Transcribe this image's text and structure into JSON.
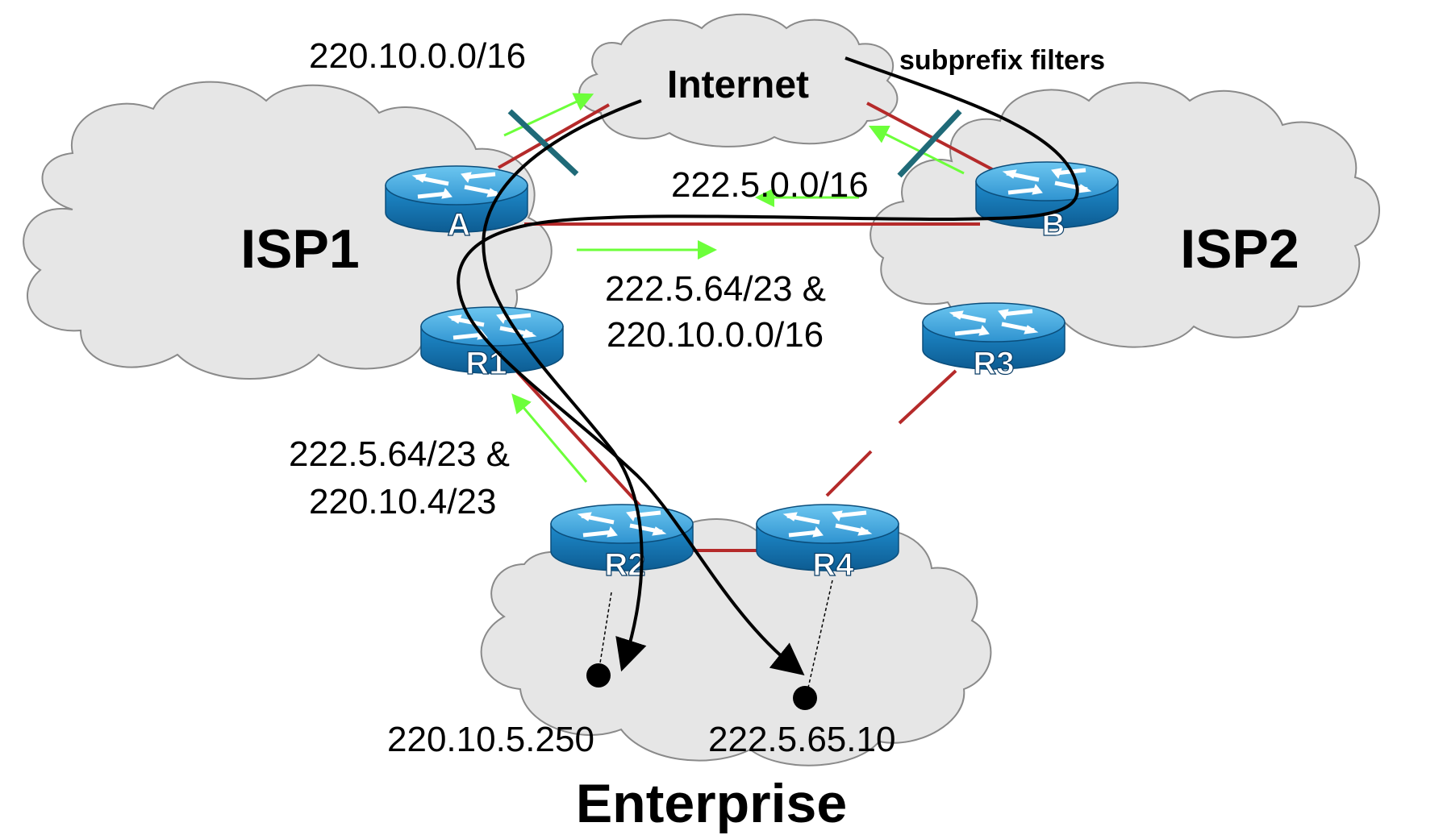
{
  "clouds": {
    "internet": "Internet",
    "isp1": "ISP1",
    "isp2": "ISP2",
    "enterprise": "Enterprise"
  },
  "routers": {
    "a": "A",
    "b": "B",
    "r1": "R1",
    "r2": "R2",
    "r3": "R3",
    "r4": "R4"
  },
  "labels": {
    "prefix_a_internet": "220.10.0.0/16",
    "subprefix_filters": "subprefix filters",
    "prefix_b_a": "222.5.0.0/16",
    "prefix_a_b_line1": "222.5.64/23 &",
    "prefix_a_b_line2": "220.10.0.0/16",
    "prefix_r2_r1_line1": "222.5.64/23 &",
    "prefix_r2_r1_line2": "220.10.4/23",
    "host_left": "220.10.5.250",
    "host_right": "222.5.65.10"
  },
  "colors": {
    "cloud_fill": "#e6e6e6",
    "cloud_stroke": "#8a8a8a",
    "link": "#b52a2a",
    "advert_arrow": "#6cff3a",
    "filter_mark": "#1f6a78",
    "router_top": "#3fa7de",
    "router_side": "#1b7fbf"
  }
}
